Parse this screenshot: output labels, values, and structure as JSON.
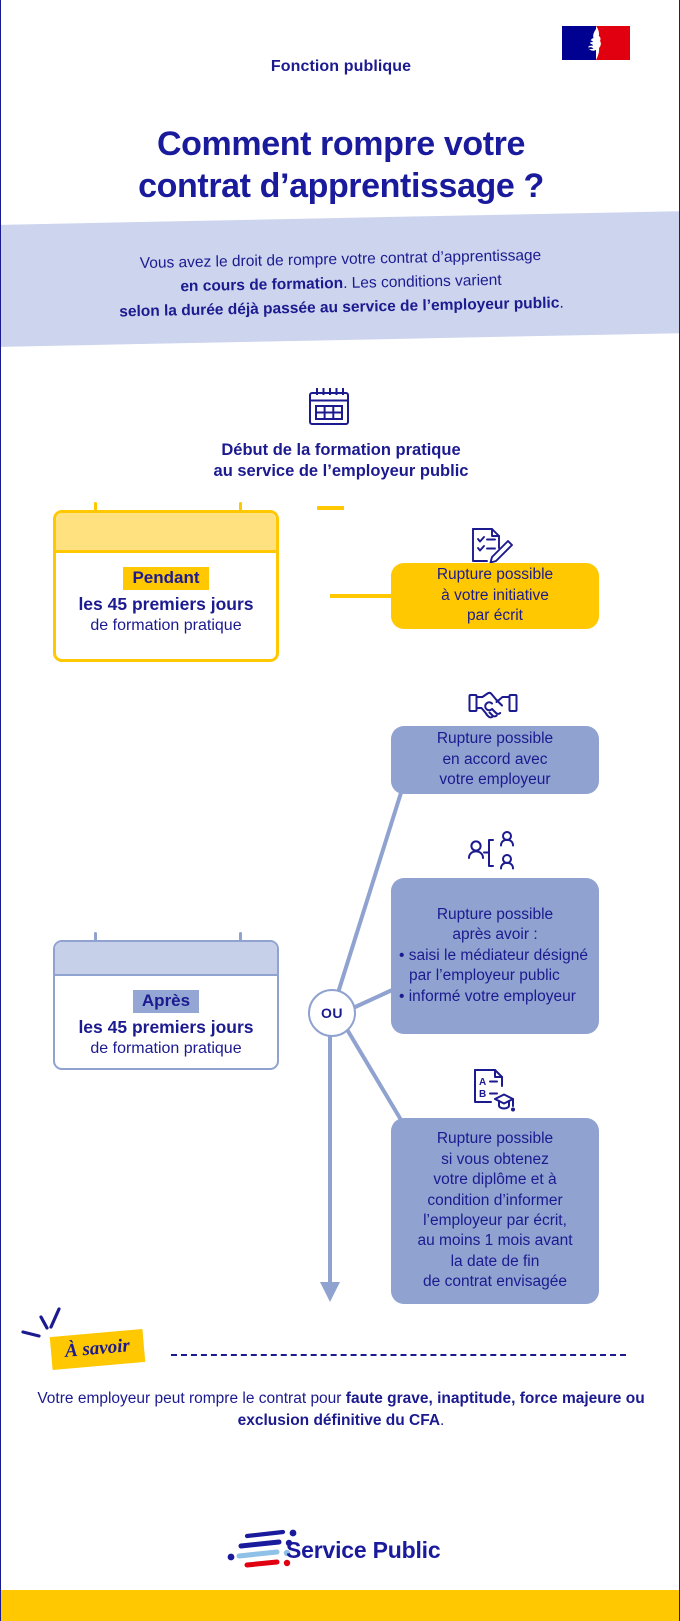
{
  "header": {
    "eyebrow": "Fonction publique",
    "title_line1": "Comment rompre votre",
    "title_line2": "contrat d’apprentissage ?",
    "flag_alt": "République Française"
  },
  "intro": {
    "part1": "Vous avez le droit de rompre votre contrat d’apprentissage",
    "bold1": "en cours de formation",
    "part2": ". Les conditions varient",
    "bold2": "selon la durée déjà passée au service de l’employeur public",
    "part3": "."
  },
  "flow": {
    "heading_line1": "Début de la formation pratique",
    "heading_line2": "au service de l’employeur public",
    "or_label": "OU",
    "cards": [
      {
        "id": "pendant",
        "tagline": "Pendant",
        "line1": "les 45 premiers jours",
        "line2": "de formation pratique"
      },
      {
        "id": "apres",
        "tagline": "Après",
        "line1": "les 45 premiers jours",
        "line2": "de formation pratique"
      }
    ],
    "options": [
      {
        "id": "rbox-1",
        "icon": "checklist-pen-icon",
        "color": "#ffc800",
        "lines": [
          "Rupture possible",
          "à votre initiative",
          "par écrit"
        ]
      },
      {
        "id": "rbox-2",
        "icon": "handshake-icon",
        "color": "#8fa2d0",
        "lines": [
          "Rupture possible",
          "en accord avec",
          "votre employeur"
        ]
      },
      {
        "id": "rbox-3",
        "icon": "mediator-icon",
        "color": "#8fa2d0",
        "lines": [
          "Rupture possible",
          "après avoir :"
        ],
        "bullets": [
          "saisi le médiateur désigné par l’employeur public",
          "informé votre employeur"
        ]
      },
      {
        "id": "rbox-4",
        "icon": "diploma-icon",
        "color": "#8fa2d0",
        "lines": [
          "Rupture possible",
          "si vous obtenez",
          "votre diplôme et à",
          "condition d’informer",
          "l’employeur par écrit,",
          "au moins 1 mois avant",
          "la date de fin",
          "de contrat envisagée"
        ]
      }
    ]
  },
  "savoir": {
    "badge": "À savoir",
    "text_part1": "Votre employeur peut rompre le contrat pour ",
    "text_bold": "faute grave, inaptitude, force majeure ou exclusion définitive du CFA",
    "text_part2": "."
  },
  "footer": {
    "brand": "Service Public",
    "logo_name": "service-public-logo"
  },
  "colors": {
    "navy": "#1c1a8f",
    "yellow": "#ffc800",
    "yellow_light": "#ffe27f",
    "blue_mid": "#8fa2d0",
    "blue_pale": "#ccd4ee",
    "flag_blue": "#000091",
    "flag_red": "#e1000f"
  }
}
